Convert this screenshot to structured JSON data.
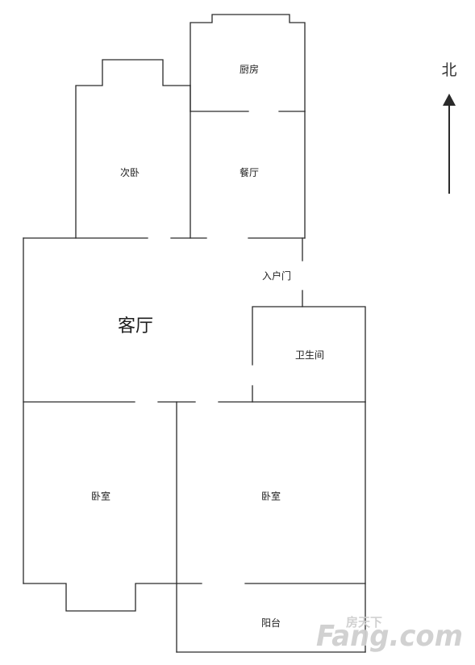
{
  "rooms": {
    "kitchen": "厨房",
    "second_bedroom": "次卧",
    "dining": "餐厅",
    "entrance": "入户门",
    "living": "客厅",
    "bathroom": "卫生间",
    "bedroom_left": "卧室",
    "bedroom_right": "卧室",
    "balcony": "阳台"
  },
  "compass": {
    "north": "北"
  },
  "watermark": {
    "brand_cn": "房天下",
    "brand_en": "Fang.com"
  },
  "colors": {
    "walls": "#2a2a2a",
    "text": "#1e1e1e",
    "watermark": "#cfcfcf"
  }
}
